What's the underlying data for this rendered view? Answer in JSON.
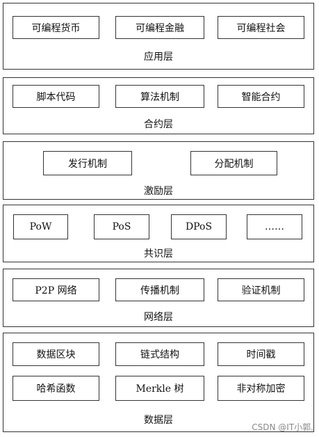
{
  "layers": [
    {
      "label": "应用层",
      "items": [
        "可编程货币",
        "可编程金融",
        "可编程社会"
      ]
    },
    {
      "label": "合约层",
      "items": [
        "脚本代码",
        "算法机制",
        "智能合约"
      ]
    },
    {
      "label": "激励层",
      "items": [
        "发行机制",
        "分配机制"
      ]
    },
    {
      "label": "共识层",
      "items": [
        "PoW",
        "PoS",
        "DPoS",
        "……"
      ]
    },
    {
      "label": "网络层",
      "items": [
        "P2P 网络",
        "传播机制",
        "验证机制"
      ]
    },
    {
      "label": "数据层",
      "items": [
        "数据区块",
        "链式结构",
        "时间戳",
        "哈希函数",
        "Merkle 树",
        "非对称加密"
      ]
    }
  ],
  "watermark": "CSDN @IT小郭."
}
